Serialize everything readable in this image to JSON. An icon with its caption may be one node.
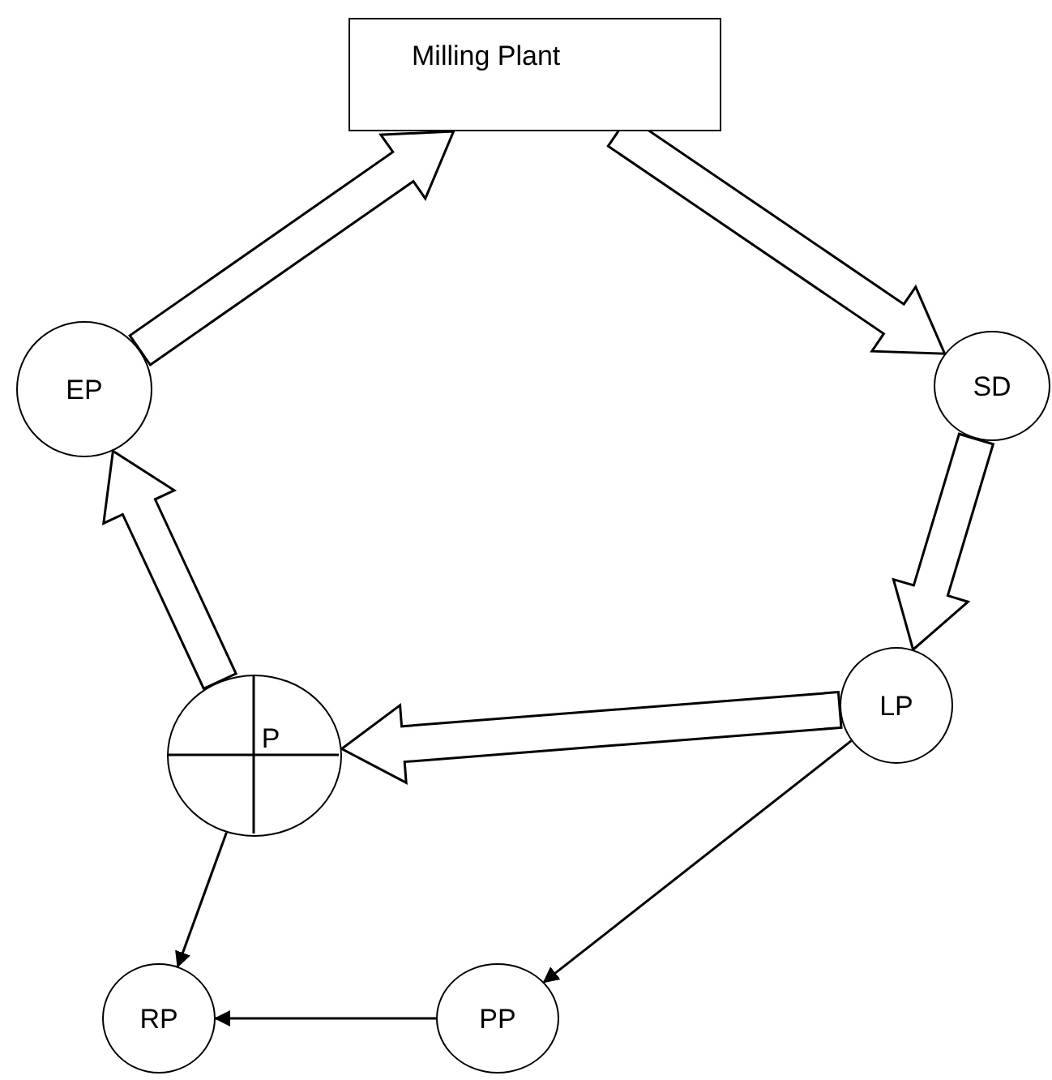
{
  "diagram": {
    "nodes": [
      {
        "text": [
          "Milling Plant"
        ]
      },
      {
        "text": [
          "SD"
        ]
      },
      {
        "text": [
          "LP"
        ]
      },
      {
        "text": [
          "P"
        ]
      },
      {
        "text": [
          "PP"
        ]
      },
      {
        "text": [
          "RP"
        ]
      },
      {
        "text": [
          "EP"
        ]
      }
    ],
    "edges": [
      {
        "from": 0,
        "to": 1,
        "arrow": "to",
        "style": "thick"
      },
      {
        "from": 1,
        "to": 2,
        "arrow": "to",
        "style": "thick"
      },
      {
        "from": 2,
        "to": 3,
        "arrow": "to",
        "style": "thick"
      },
      {
        "from": 3,
        "to": 6,
        "arrow": "to",
        "style": "thick"
      },
      {
        "from": 6,
        "to": 0,
        "arrow": "to",
        "style": "thick"
      },
      {
        "from": 2,
        "to": 4,
        "arrow": "to"
      },
      {
        "from": 3,
        "to": 5,
        "arrow": "to"
      },
      {
        "from": 4,
        "to": 5,
        "arrow": "to"
      }
    ]
  }
}
